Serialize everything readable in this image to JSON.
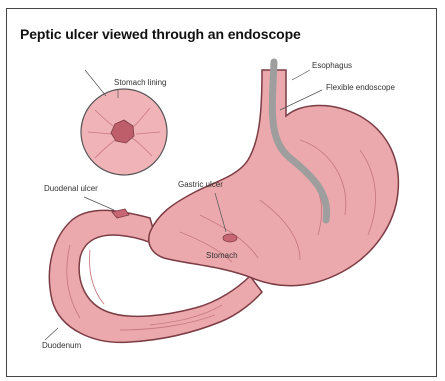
{
  "title": "Peptic ulcer viewed through an endoscope",
  "labels": {
    "stomach_lining": "Stomach lining",
    "esophagus": "Esophagus",
    "flexible_endoscope": "Flexible endoscope",
    "duodenal_ulcer": "Duodenal ulcer",
    "gastric_ulcer": "Gastric ulcer",
    "stomach": "Stomach",
    "duodenum": "Duodenum"
  },
  "colors": {
    "tissue": "#eba9ad",
    "tissue_dark": "#d77f87",
    "outline": "#7c3c44",
    "ulcer": "#c96673",
    "endoscope": "#9e9e9e"
  }
}
